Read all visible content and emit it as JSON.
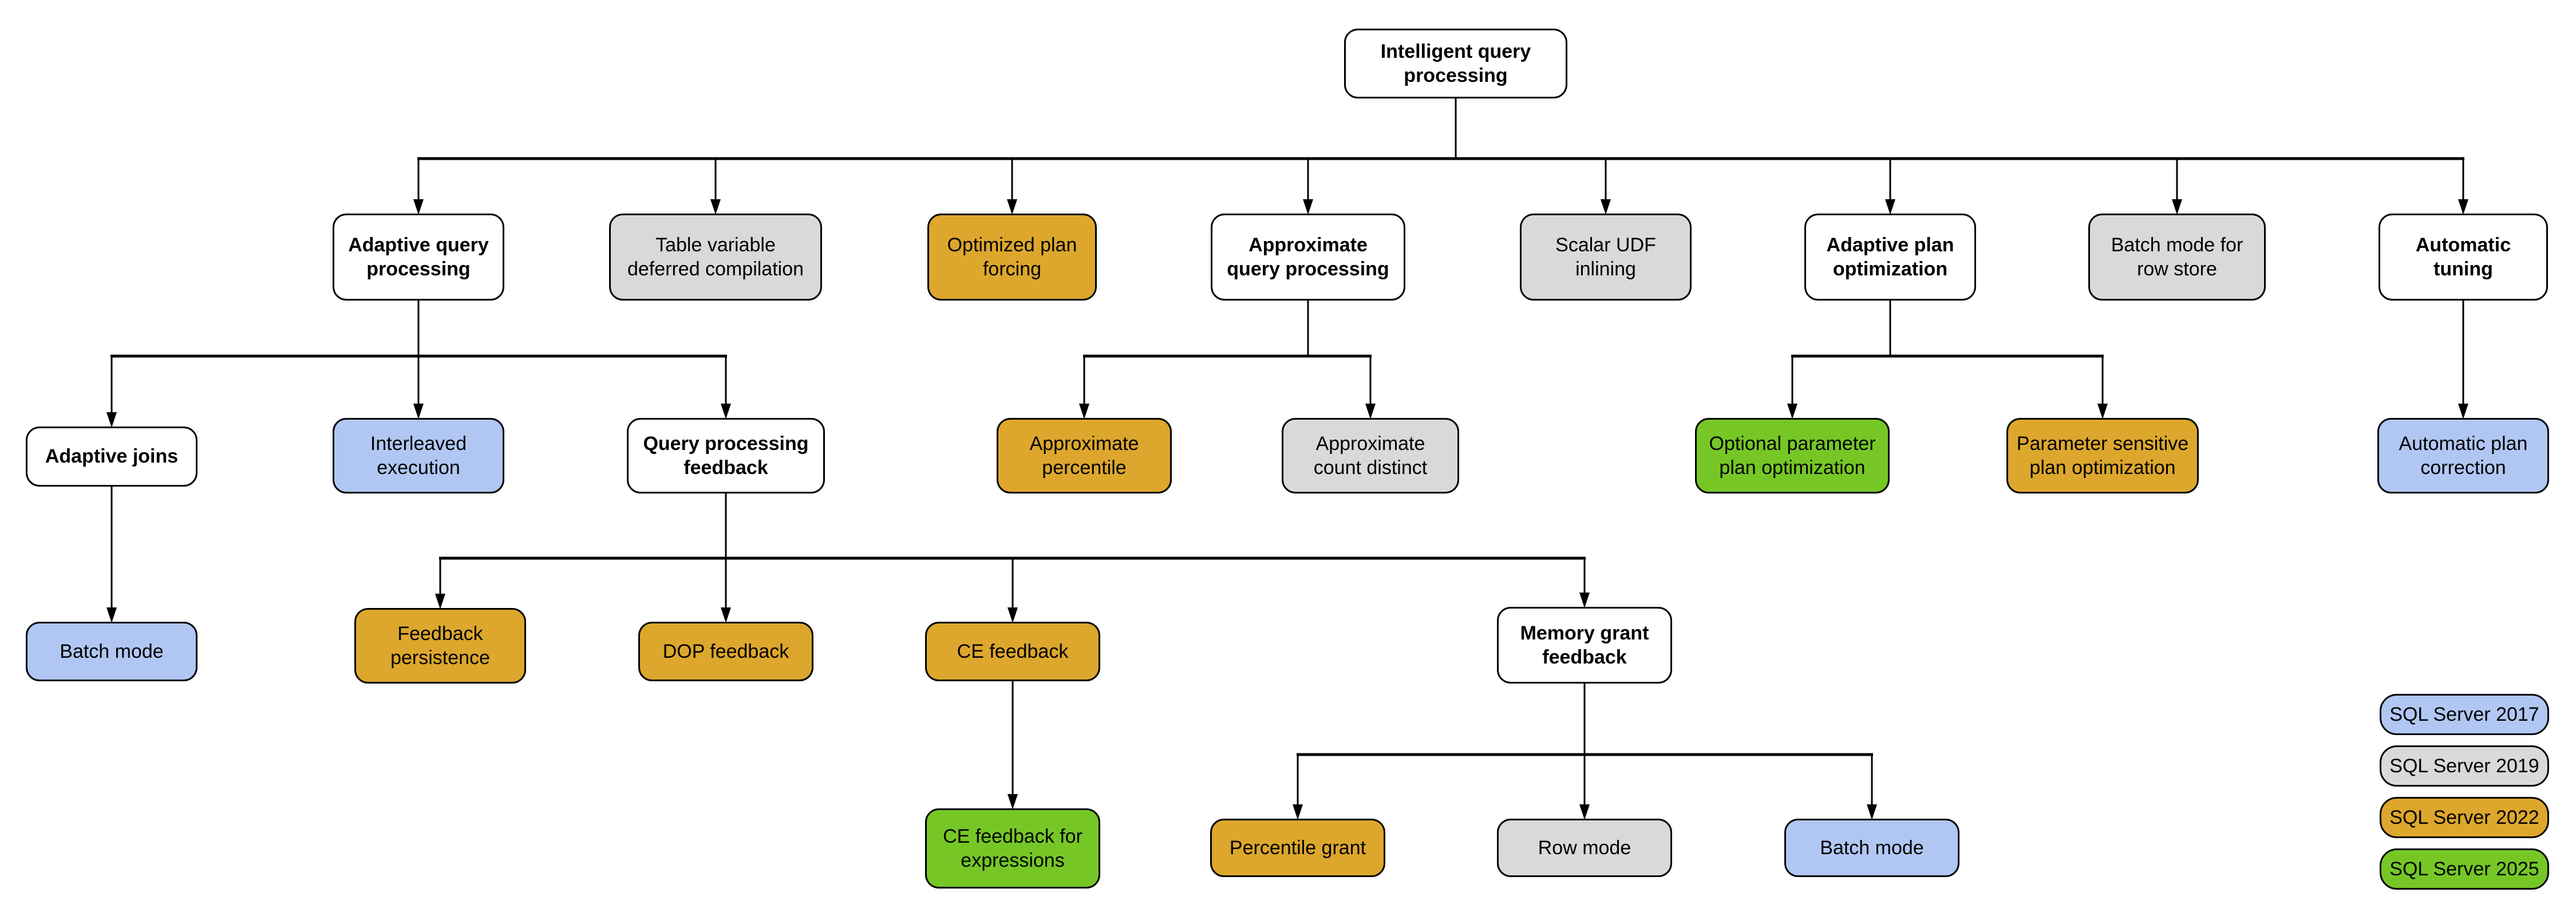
{
  "colors": {
    "2017": "#B1C7F3",
    "2019": "#D9D9D9",
    "2022": "#DCA72C",
    "2025": "#76C726",
    "plain": "#FFFFFF",
    "line": "#000000"
  },
  "nodes": [
    {
      "id": "intelligent-query-processing",
      "label": "Intelligent query\nprocessing",
      "version": null
    },
    {
      "id": "adaptive-query-processing",
      "label": "Adaptive query\nprocessing",
      "version": null
    },
    {
      "id": "table-variable-deferred-compilation",
      "label": "Table variable\ndeferred compilation",
      "version": "2019"
    },
    {
      "id": "optimized-plan-forcing",
      "label": "Optimized plan\nforcing",
      "version": "2022"
    },
    {
      "id": "approximate-query-processing",
      "label": "Approximate\nquery processing",
      "version": null
    },
    {
      "id": "scalar-udf-inlining",
      "label": "Scalar UDF\ninlining",
      "version": "2019"
    },
    {
      "id": "adaptive-plan-optimization",
      "label": "Adaptive plan\noptimization",
      "version": null
    },
    {
      "id": "batch-mode-for-row-store",
      "label": "Batch mode for\nrow store",
      "version": "2019"
    },
    {
      "id": "automatic-tuning",
      "label": "Automatic\ntuning",
      "version": null
    },
    {
      "id": "adaptive-joins",
      "label": "Adaptive joins",
      "version": null
    },
    {
      "id": "interleaved-execution",
      "label": "Interleaved\nexecution",
      "version": "2017"
    },
    {
      "id": "query-processing-feedback",
      "label": "Query processing\nfeedback",
      "version": null
    },
    {
      "id": "approximate-percentile",
      "label": "Approximate\npercentile",
      "version": "2022"
    },
    {
      "id": "approximate-count-distinct",
      "label": "Approximate\ncount distinct",
      "version": "2019"
    },
    {
      "id": "optional-parameter-plan-optimization",
      "label": "Optional parameter\nplan optimization",
      "version": "2025"
    },
    {
      "id": "parameter-sensitive-plan-optimization",
      "label": "Parameter sensitive\nplan optimization",
      "version": "2022"
    },
    {
      "id": "automatic-plan-correction",
      "label": "Automatic plan\ncorrection",
      "version": "2017"
    },
    {
      "id": "batch-mode-adaptive-joins",
      "label": "Batch mode",
      "version": "2017"
    },
    {
      "id": "feedback-persistence",
      "label": "Feedback\npersistence",
      "version": "2022"
    },
    {
      "id": "dop-feedback",
      "label": "DOP feedback",
      "version": "2022"
    },
    {
      "id": "ce-feedback",
      "label": "CE feedback",
      "version": "2022"
    },
    {
      "id": "memory-grant-feedback",
      "label": "Memory grant\nfeedback",
      "version": null
    },
    {
      "id": "ce-feedback-for-expressions",
      "label": "CE feedback for\nexpressions",
      "version": "2025"
    },
    {
      "id": "percentile-grant",
      "label": "Percentile grant",
      "version": "2022"
    },
    {
      "id": "row-mode",
      "label": "Row mode",
      "version": "2019"
    },
    {
      "id": "batch-mode-memory-grant",
      "label": "Batch mode",
      "version": "2017"
    }
  ],
  "edges": [
    {
      "from": "intelligent-query-processing",
      "to": [
        "adaptive-query-processing",
        "table-variable-deferred-compilation",
        "optimized-plan-forcing",
        "approximate-query-processing",
        "scalar-udf-inlining",
        "adaptive-plan-optimization",
        "batch-mode-for-row-store",
        "automatic-tuning"
      ]
    },
    {
      "from": "adaptive-query-processing",
      "to": [
        "adaptive-joins",
        "interleaved-execution",
        "query-processing-feedback"
      ]
    },
    {
      "from": "approximate-query-processing",
      "to": [
        "approximate-percentile",
        "approximate-count-distinct"
      ]
    },
    {
      "from": "adaptive-plan-optimization",
      "to": [
        "optional-parameter-plan-optimization",
        "parameter-sensitive-plan-optimization"
      ]
    },
    {
      "from": "automatic-tuning",
      "to": [
        "automatic-plan-correction"
      ]
    },
    {
      "from": "adaptive-joins",
      "to": [
        "batch-mode-adaptive-joins"
      ]
    },
    {
      "from": "query-processing-feedback",
      "to": [
        "feedback-persistence",
        "dop-feedback",
        "ce-feedback",
        "memory-grant-feedback"
      ]
    },
    {
      "from": "ce-feedback",
      "to": [
        "ce-feedback-for-expressions"
      ]
    },
    {
      "from": "memory-grant-feedback",
      "to": [
        "percentile-grant",
        "row-mode",
        "batch-mode-memory-grant"
      ]
    }
  ],
  "legend": {
    "items": [
      {
        "label": "SQL Server 2017",
        "version": "2017"
      },
      {
        "label": "SQL Server 2019",
        "version": "2019"
      },
      {
        "label": "SQL Server 2022",
        "version": "2022"
      },
      {
        "label": "SQL Server 2025",
        "version": "2025"
      }
    ]
  }
}
